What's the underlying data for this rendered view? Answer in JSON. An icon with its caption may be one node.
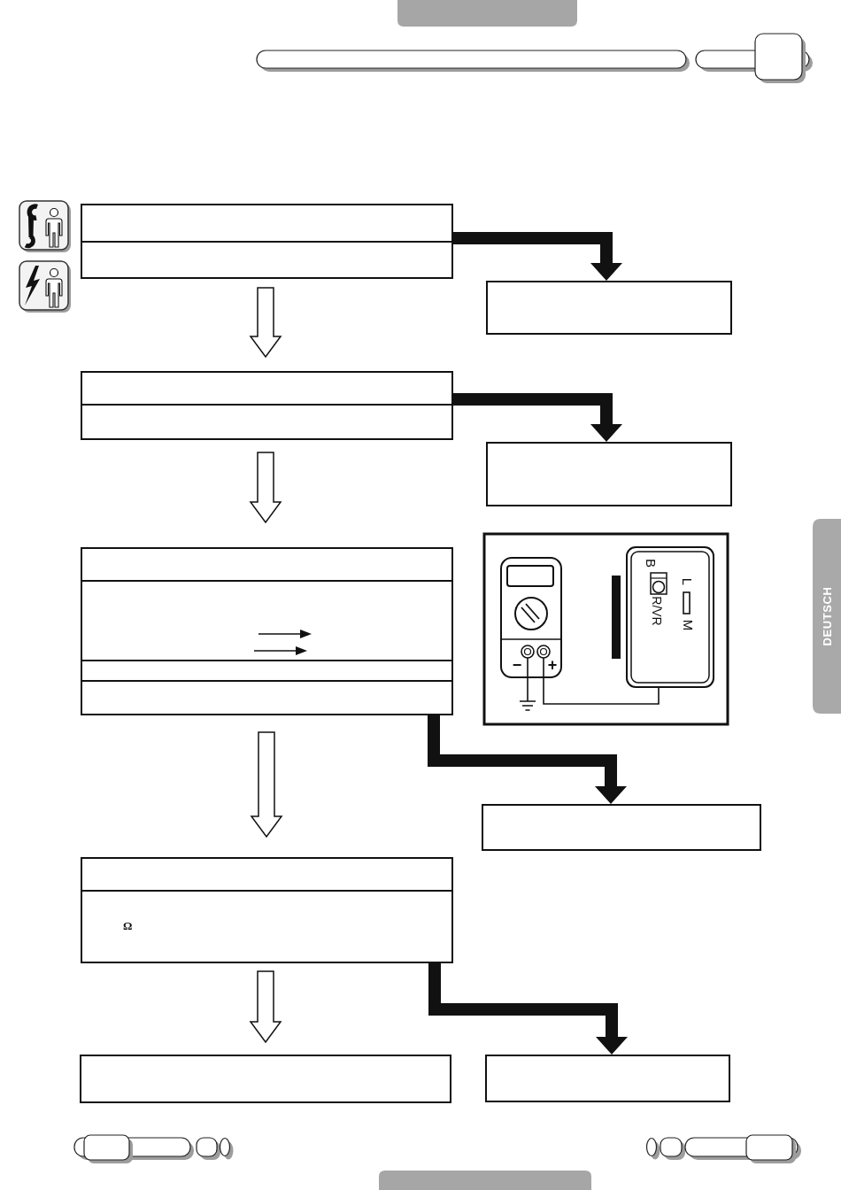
{
  "diagram": {
    "nodes": [
      {
        "text": [],
        "shape": "box"
      },
      {
        "text": [],
        "shape": "box"
      },
      {
        "text": [],
        "shape": "box"
      },
      {
        "text": [],
        "shape": "box"
      },
      {
        "text": [],
        "shape": "box"
      },
      {
        "text": [],
        "shape": "box"
      },
      {
        "text": [],
        "shape": "box"
      },
      {
        "text": [],
        "shape": "box"
      },
      {
        "text": [],
        "shape": "box"
      },
      {
        "text": [],
        "shape": "box"
      },
      {
        "text": [],
        "shape": "box"
      },
      {
        "text": [],
        "shape": "box"
      },
      {
        "text": [
          "Ω"
        ]
      },
      {
        "text": [],
        "shape": "box"
      },
      {
        "text": [],
        "shape": "box"
      }
    ],
    "edges": [
      {
        "from": 0,
        "to": 2,
        "arrow": "to",
        "style": "thick"
      },
      {
        "from": 1,
        "to": 3,
        "arrow": "to"
      },
      {
        "from": 3,
        "to": 5,
        "arrow": "to",
        "style": "thick"
      },
      {
        "from": 4,
        "to": 6,
        "arrow": "to"
      },
      {
        "from": 9,
        "to": 10,
        "arrow": "to",
        "style": "thick"
      },
      {
        "from": 9,
        "to": 11,
        "arrow": "to"
      },
      {
        "from": 12,
        "to": 14,
        "arrow": "to",
        "style": "thick"
      },
      {
        "from": 12,
        "to": 13,
        "arrow": "to"
      }
    ],
    "labels": [
      "B",
      "R/VR",
      "L",
      "M",
      "−",
      "+",
      "DEUTSCH"
    ]
  }
}
